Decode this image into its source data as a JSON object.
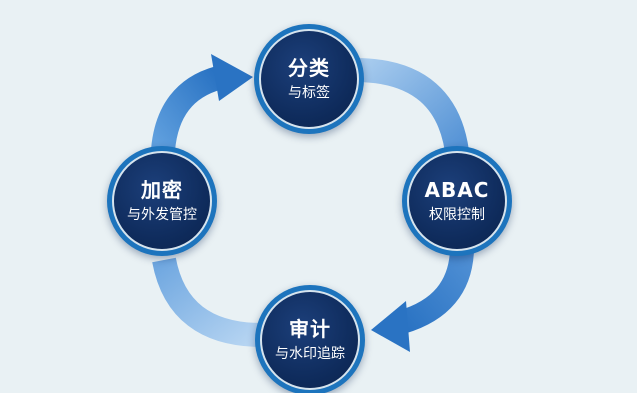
{
  "nodes": {
    "top": {
      "title": "分类",
      "subtitle": "与标签"
    },
    "right": {
      "title": "ABAC",
      "subtitle": "权限控制"
    },
    "bottom": {
      "title": "审计",
      "subtitle": "与水印追踪"
    },
    "left": {
      "title": "加密",
      "subtitle": "与外发管控"
    }
  },
  "colors": {
    "background": "#e9f1f4",
    "arrow_light": "#9cc4ea",
    "arrow_dark": "#2a73c3",
    "node_ring": "#1d74bd",
    "node_fill": "#0f2c5d"
  },
  "flow": "clockwise"
}
